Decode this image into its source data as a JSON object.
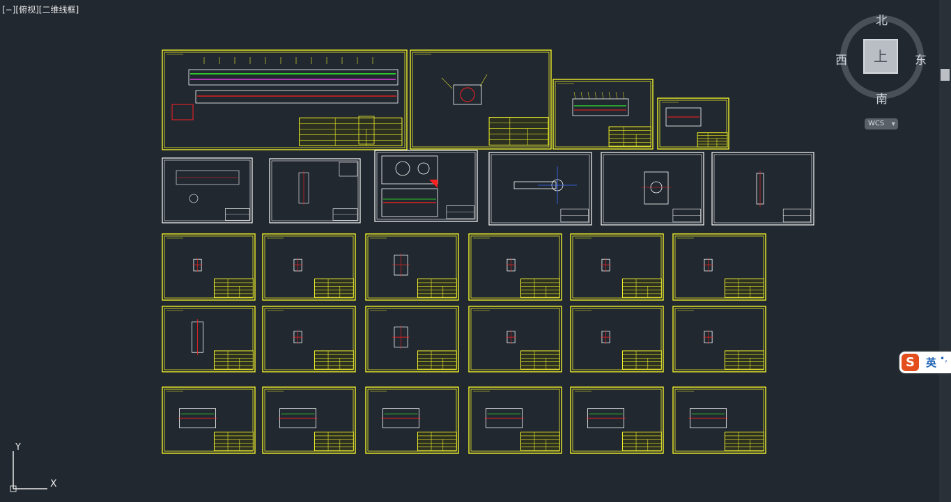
{
  "viewport": {
    "label": "[−][俯视][二维线框]"
  },
  "viewcube": {
    "north": "北",
    "south": "南",
    "west": "西",
    "east": "东",
    "face": "上",
    "wcs": "WCS"
  },
  "ime": {
    "logo": "S",
    "mode": "英"
  },
  "ucs": {
    "x": "X",
    "y": "Y"
  },
  "colors": {
    "background": "#212830",
    "yellow_frame": "#f0f02a",
    "white_frame": "#ffffff",
    "red": "#ff2020",
    "green": "#2ec62e",
    "magenta": "#e040e0"
  },
  "sheets": [
    {
      "id": "assembly-main",
      "frame": "yellow",
      "content": "long-assembly"
    },
    {
      "id": "sheet-2",
      "frame": "yellow",
      "content": "front-view"
    },
    {
      "id": "sheet-3",
      "frame": "yellow",
      "content": "gear-section"
    },
    {
      "id": "sheet-4",
      "frame": "yellow",
      "content": "small-assembly"
    },
    {
      "id": "sheet-5",
      "frame": "white",
      "content": "part-drawing"
    },
    {
      "id": "sheet-6",
      "frame": "white",
      "content": "part-drawing"
    },
    {
      "id": "sheet-7",
      "frame": "white",
      "content": "gearbox"
    },
    {
      "id": "sheet-8",
      "frame": "white",
      "content": "shaft"
    },
    {
      "id": "sheet-9",
      "frame": "white",
      "content": "housing"
    },
    {
      "id": "sheet-10",
      "frame": "white",
      "content": "column"
    }
  ]
}
